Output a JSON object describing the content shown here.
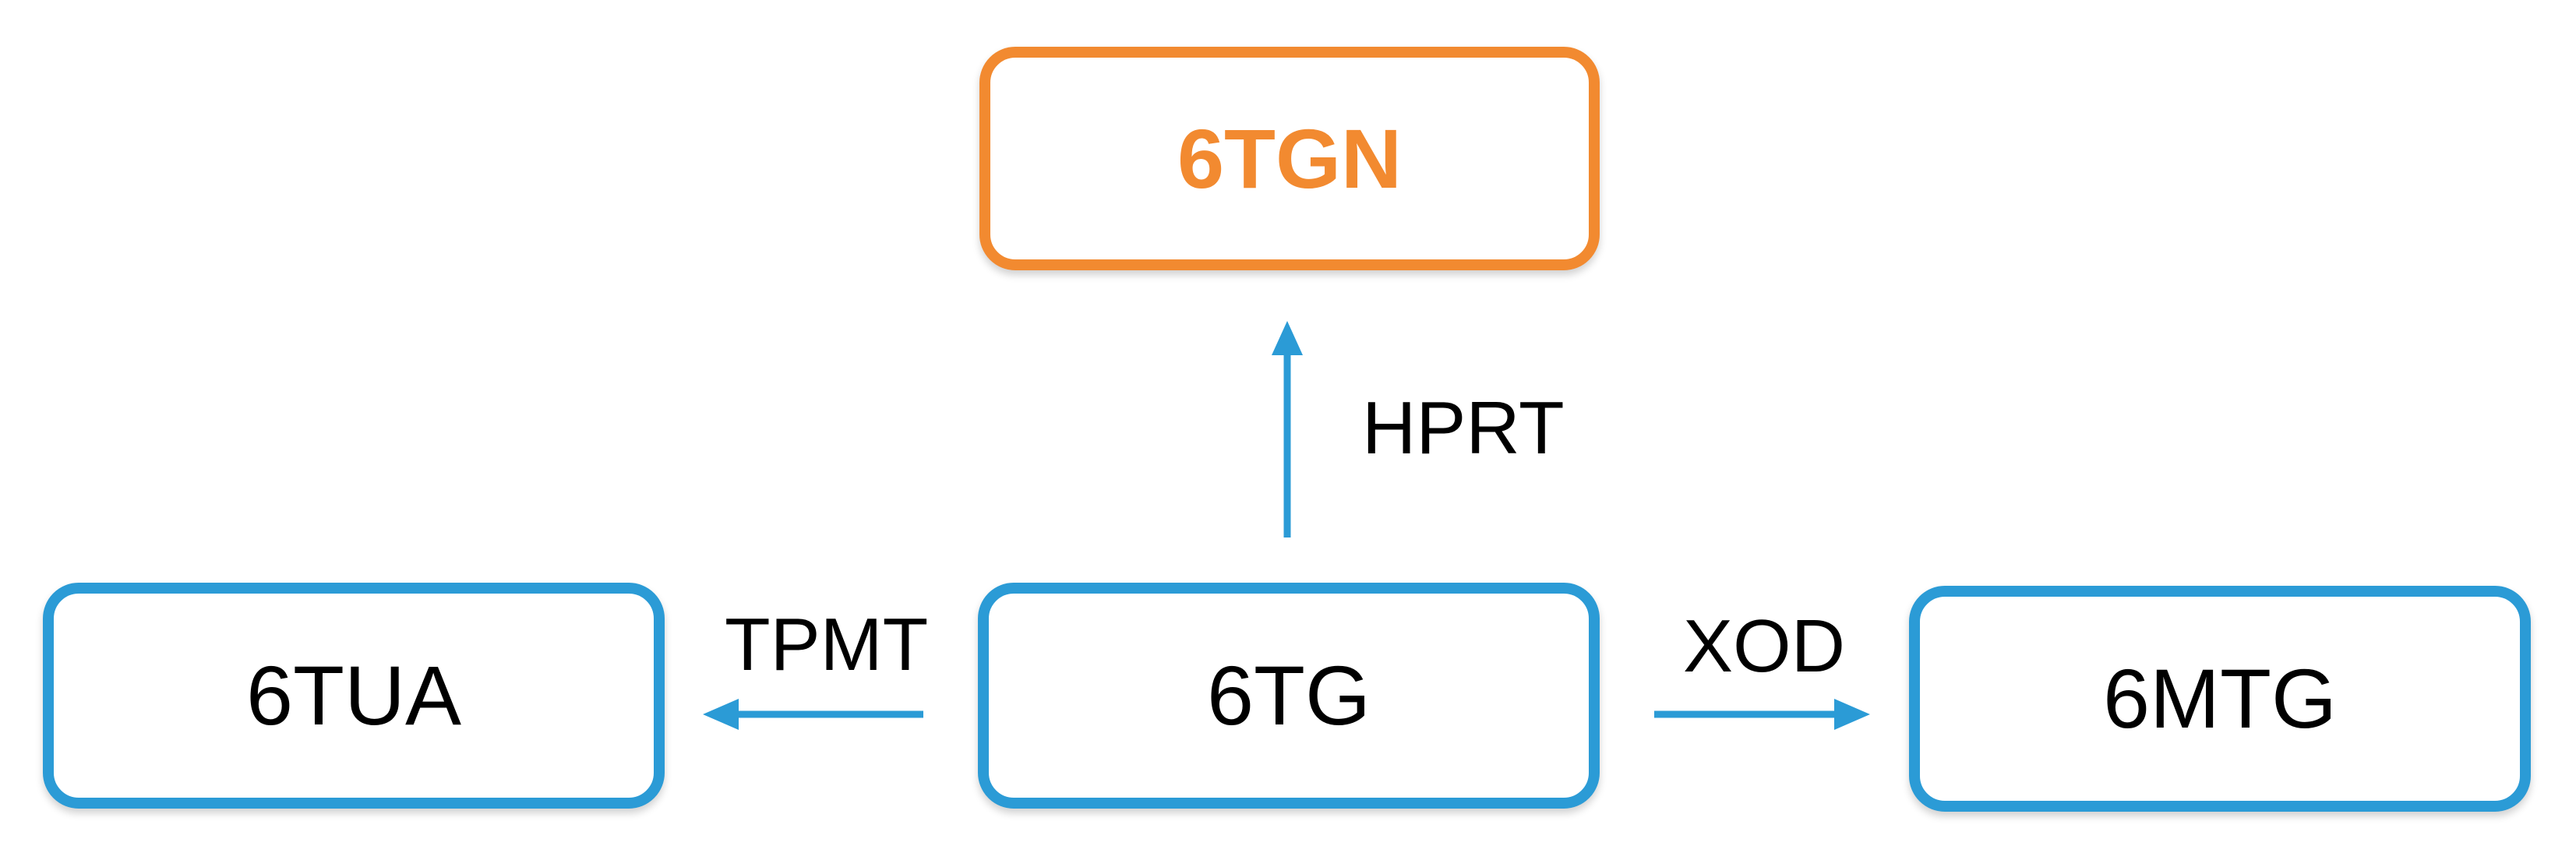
{
  "diagram": {
    "nodes": {
      "tgn": {
        "label": "6TGN"
      },
      "tua": {
        "label": "6TUA"
      },
      "tg": {
        "label": "6TG"
      },
      "mtg": {
        "label": "6MTG"
      }
    },
    "edges": {
      "hprt": {
        "label": "HPRT",
        "from": "6TG",
        "to": "6TGN"
      },
      "tpmt": {
        "label": "TPMT",
        "from": "6TG",
        "to": "6TUA"
      },
      "xod": {
        "label": "XOD",
        "from": "6TG",
        "to": "6MTG"
      }
    }
  },
  "colors": {
    "node_border": "#2b9bd6",
    "highlight": "#f28a30",
    "arrow": "#2b9bd6",
    "text": "#000000"
  }
}
